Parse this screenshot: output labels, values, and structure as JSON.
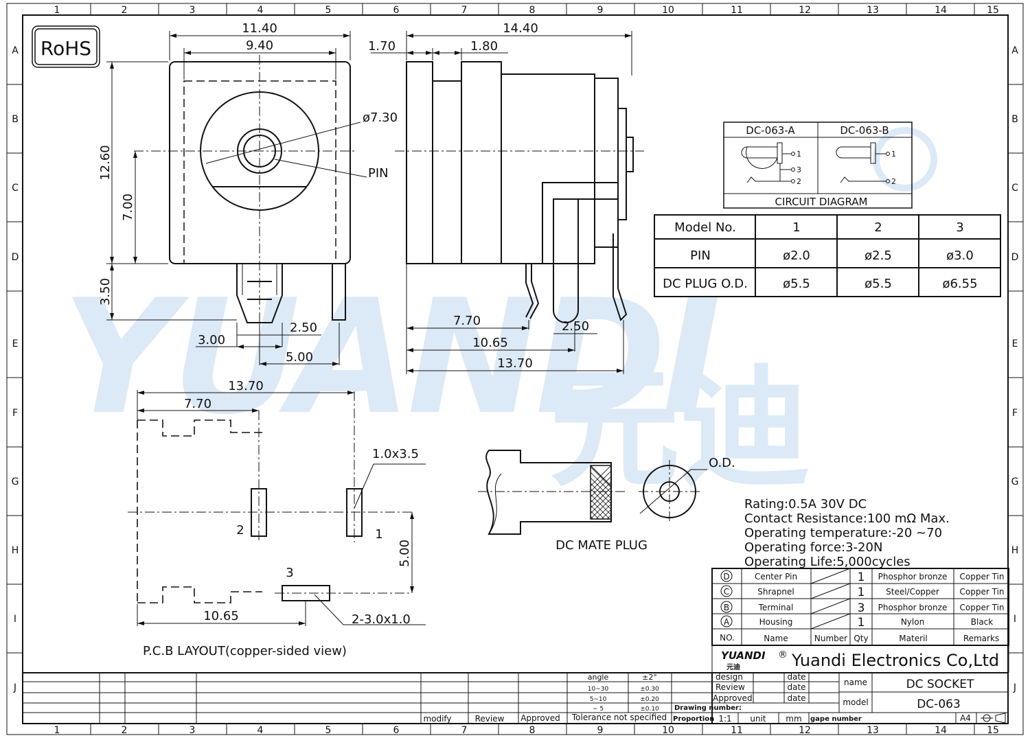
{
  "grid": {
    "cols": [
      "1",
      "2",
      "3",
      "4",
      "5",
      "6",
      "7",
      "8",
      "9",
      "10",
      "11",
      "12",
      "13",
      "14",
      "15"
    ],
    "rows": [
      "A",
      "B",
      "C",
      "D",
      "E",
      "F",
      "G",
      "H",
      "I",
      "J"
    ]
  },
  "rohs": "RoHS",
  "watermark": {
    "latin": "YUANDI",
    "cjk": "元迪",
    "mark": "®"
  },
  "front_view": {
    "dim_width": "11.40",
    "dim_inner": "9.40",
    "dim_dia": "ø7.30",
    "dim_height": "12.60",
    "dim_center": "7.00",
    "dim_pin_len": "3.50",
    "pin_label": "PIN",
    "dim_2_50": "2.50",
    "dim_3_00": "3.00",
    "dim_5_00": "5.00"
  },
  "side_view": {
    "dim_total": "14.40",
    "dim_1_70": "1.70",
    "dim_1_80": "1.80",
    "dim_7_70": "7.70",
    "dim_2_50": "2.50",
    "dim_10_65": "10.65",
    "dim_13_70": "13.70"
  },
  "circuit": {
    "title_a": "DC-063-A",
    "title_b": "DC-063-B",
    "caption": "CIRCUIT  DIAGRAM",
    "pin1": "1",
    "pin2": "2",
    "pin3": "3"
  },
  "model_table": {
    "headers": [
      "Model  No.",
      "1",
      "2",
      "3"
    ],
    "rows": [
      [
        "PIN",
        "ø2.0",
        "ø2.5",
        "ø3.0"
      ],
      [
        "DC  PLUG  O.D.",
        "ø5.5",
        "ø5.5",
        "ø6.55"
      ]
    ]
  },
  "pcb": {
    "dim_13_70": "13.70",
    "dim_7_70": "7.70",
    "dim_10_65": "10.65",
    "dim_5_00": "5.00",
    "slot_label": "1.0x3.5",
    "hole_label": "2-3.0x1.0",
    "pad1": "1",
    "pad2": "2",
    "pad3": "3",
    "caption": "P.C.B  LAYOUT(copper-sided  view)"
  },
  "mate_plug": {
    "caption": "DC  MATE  PLUG",
    "od_label": "O.D."
  },
  "specs": [
    "Rating:0.5A  30V  DC",
    "Contact  Resistance:100  mΩ  Max.",
    "Operating  temperature:-20  ~70",
    "Operating  force:3-20N",
    "Operating  Life:5,000cycles"
  ],
  "bom": {
    "rows": [
      {
        "no": "D",
        "name": "Center Pin",
        "qty": "1",
        "material": "Phosphor bronze",
        "remarks": "Copper Tin"
      },
      {
        "no": "C",
        "name": "Shrapnel",
        "qty": "1",
        "material": "Steel/Copper",
        "remarks": "Copper Tin"
      },
      {
        "no": "B",
        "name": "Terminal",
        "qty": "3",
        "material": "Phosphor bronze",
        "remarks": "Copper Tin"
      },
      {
        "no": "A",
        "name": "Housing",
        "qty": "1",
        "material": "Nylon",
        "remarks": "Black"
      }
    ],
    "header": {
      "no": "NO.",
      "name": "Name",
      "number": "Number",
      "qty": "Qty",
      "material": "Materil",
      "remarks": "Remarks"
    }
  },
  "company": {
    "logo": "YUANDI",
    "logo_cn": "元迪",
    "reg": "®",
    "name": "Yuandi Electronics Co,Ltd"
  },
  "title_block": {
    "design": "design",
    "review": "Review",
    "approved": "Approved",
    "date": "date",
    "drawing_number": "Drawing number:",
    "proportion": "Proportion",
    "scale": "1:1",
    "unit": "unit",
    "unit_val": "mm",
    "page_number": "gape number",
    "size": "A4",
    "name_label": "name",
    "name_val": "DC  SOCKET",
    "model_label": "model",
    "model_val": "DC-063",
    "modify": "modify",
    "review2": "Review",
    "approved2": "Approved",
    "tolerance": "Tolerance  not  specified",
    "tol_rows": [
      [
        "angle",
        "±2°"
      ],
      [
        "10~30",
        "±0.30"
      ],
      [
        "5~10",
        "±0.20"
      ],
      [
        "~ 5",
        "±0.10"
      ]
    ]
  }
}
